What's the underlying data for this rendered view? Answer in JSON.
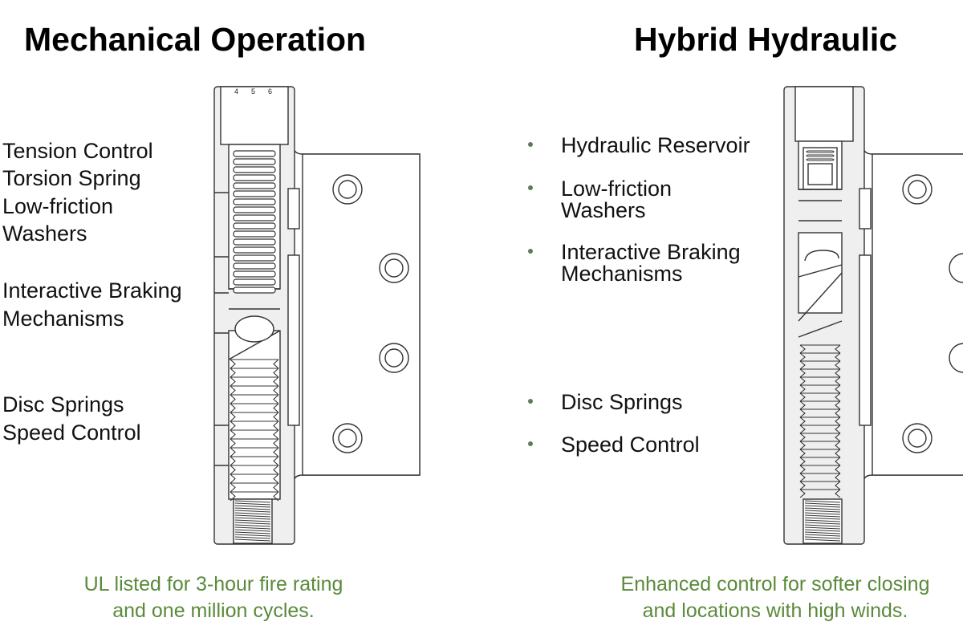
{
  "left": {
    "title": "Mechanical  Operation",
    "labels": [
      "Tension Control",
      "Torsion Spring",
      "Low-friction",
      "Washers",
      "Interactive Braking",
      "Mechanisms",
      "Disc Springs",
      "Speed Control"
    ],
    "caption": [
      "UL listed for 3-hour fire rating",
      "and one million cycles."
    ],
    "dial_marks": [
      "4",
      "5",
      "6"
    ]
  },
  "right": {
    "title": "Hybrid Hydraulic",
    "bullets": [
      {
        "lines": [
          "Hydraulic Reservoir"
        ]
      },
      {
        "lines": [
          "Low-friction",
          "Washers"
        ]
      },
      {
        "lines": [
          "Interactive Braking",
          "Mechanisms"
        ]
      },
      {
        "lines": [
          "Disc Springs"
        ]
      },
      {
        "lines": [
          "Speed Control"
        ]
      }
    ],
    "caption": [
      "Enhanced control for softer closing",
      "and locations with high winds."
    ]
  },
  "colors": {
    "accent": "#5a8a3a",
    "text": "#111111",
    "bullet": "#5f7a5a",
    "line": "#333333",
    "fill": "#eeeeee"
  }
}
